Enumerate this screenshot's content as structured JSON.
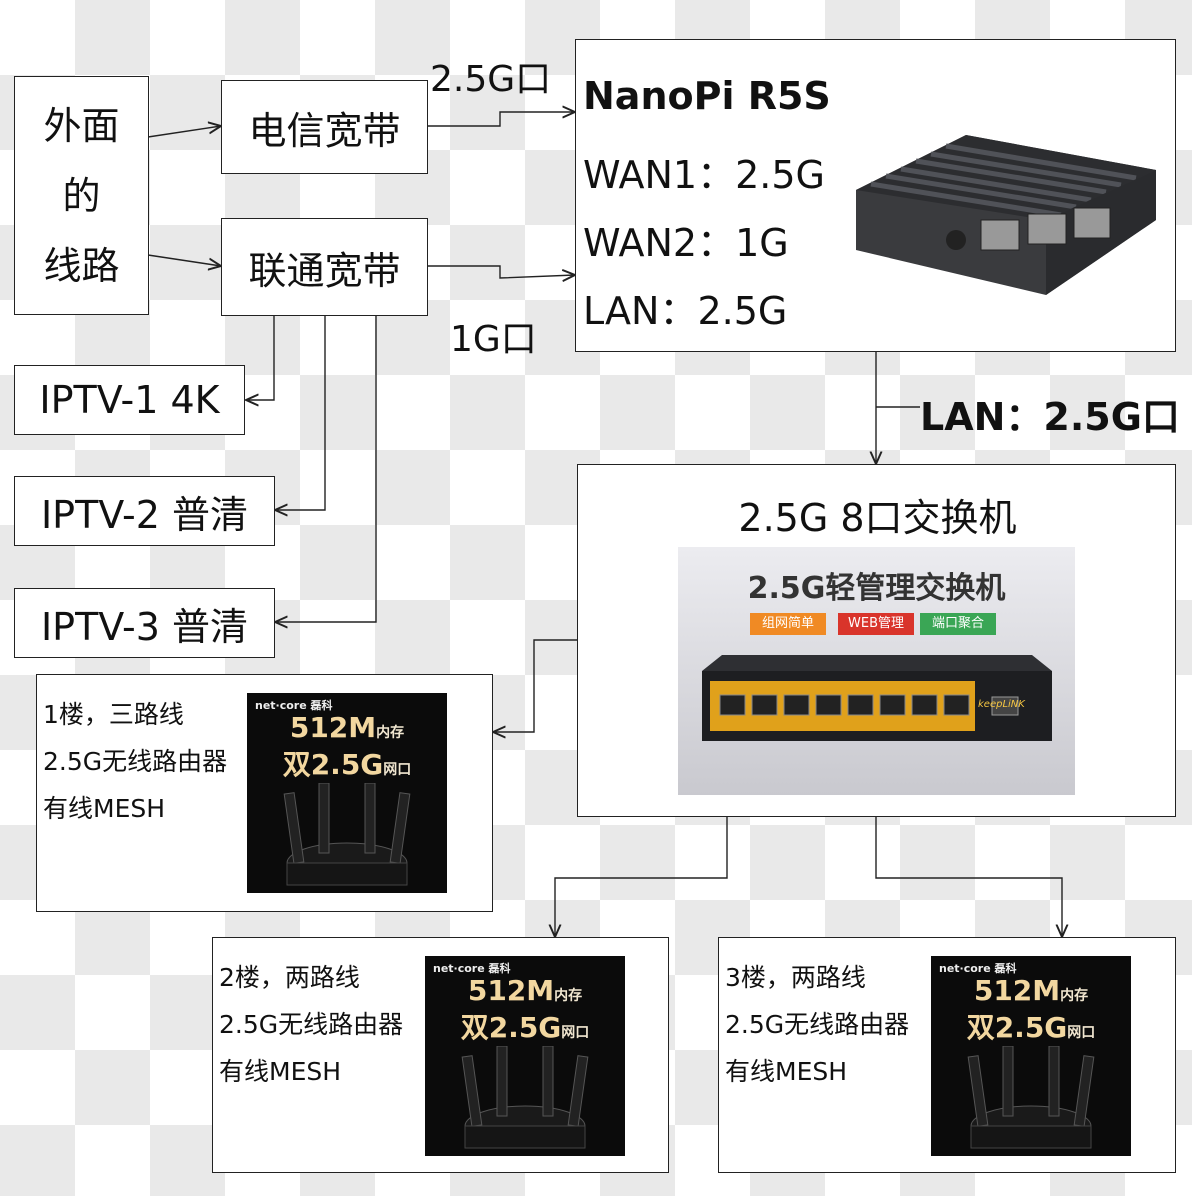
{
  "source": {
    "lines": [
      "外面",
      "的",
      "线路"
    ]
  },
  "isp": {
    "telecom": "电信宽带",
    "unicom": "联通宽带"
  },
  "links": {
    "telecom_port": "2.5G口",
    "unicom_port": "1G口",
    "lan": "LAN：2.5G口"
  },
  "iptv": [
    "IPTV-1 4K",
    "IPTV-2 普清",
    "IPTV-3 普清"
  ],
  "router": {
    "title": "NanoPi R5S",
    "wan1": "WAN1：2.5G",
    "wan2": "WAN2：1G",
    "lan": "LAN：2.5G"
  },
  "switch": {
    "title": "2.5G 8口交换机",
    "banner": "2.5G轻管理交换机",
    "tags": [
      "组网简单",
      "WEB管理",
      "端口聚合"
    ],
    "brand": "keepLiNK"
  },
  "floors": [
    {
      "lines": [
        "1楼，三路线",
        "2.5G无线路由器",
        "有线MESH"
      ]
    },
    {
      "lines": [
        "2楼，两路线",
        "2.5G无线路由器",
        "有线MESH"
      ]
    },
    {
      "lines": [
        "3楼，两路线",
        "2.5G无线路由器",
        "有线MESH"
      ]
    }
  ],
  "ad": {
    "brand": "net·core 磊科",
    "memory": "512M",
    "memory_unit": "内存",
    "ports": "双2.5G",
    "ports_unit": "网口"
  },
  "colors": {
    "line": "#222222",
    "box_border": "#222222",
    "checker": "#e9e9e9",
    "tag_orange": "#f08a24",
    "tag_red": "#d9342b",
    "tag_green": "#3aa655"
  }
}
